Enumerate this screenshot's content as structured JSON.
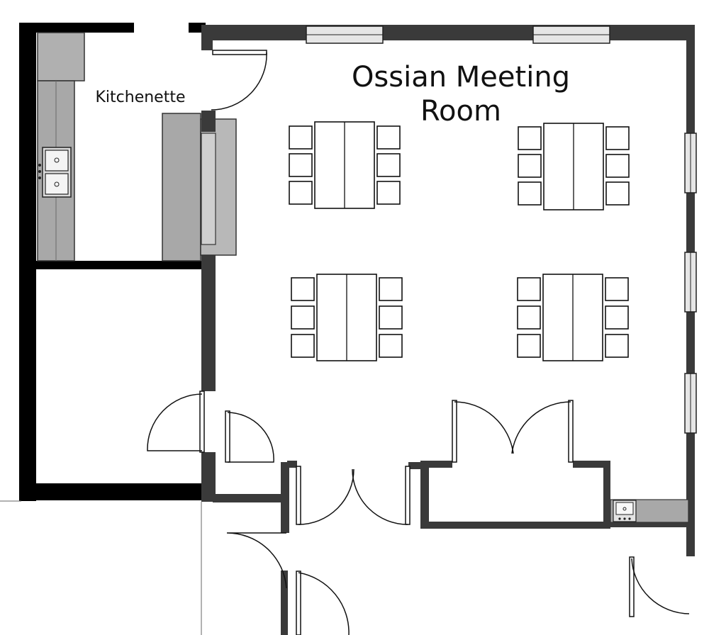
{
  "labels": {
    "title_line1": "Ossian Meeting",
    "title_line2": "Room",
    "kitchenette": "Kitchenette"
  },
  "colors": {
    "wall_black": "#000000",
    "wall_dark": "#3a3a3a",
    "wall_mid": "#555555",
    "counter_gray": "#a8a8a8",
    "counter_light": "#c4c4c4",
    "window_fill": "#e2e2e2",
    "line": "#111111"
  }
}
